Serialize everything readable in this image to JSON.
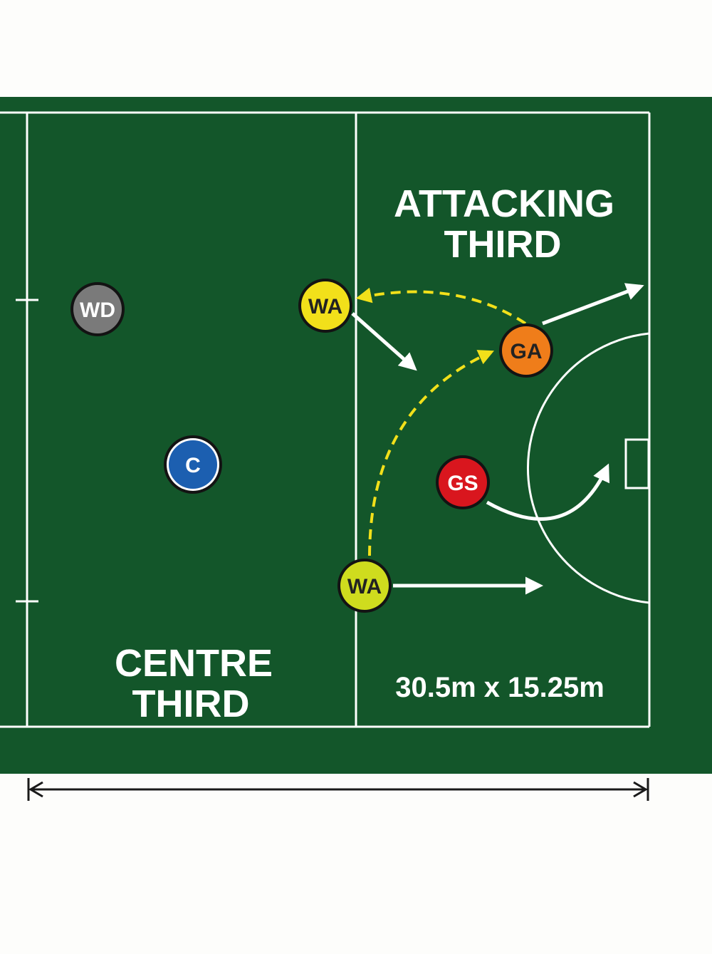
{
  "zones": {
    "attacking_line1": "ATTACKING",
    "attacking_line2": "THIRD",
    "centre_line1": "CENTRE",
    "centre_line2": "THIRD"
  },
  "dimensions_label": "30.5m x 15.25m",
  "players": [
    {
      "id": "wd",
      "label": "WD",
      "color": "#7a7a7a",
      "text_color": "#ffffff"
    },
    {
      "id": "c",
      "label": "C",
      "color": "#1c5fb0",
      "text_color": "#ffffff"
    },
    {
      "id": "wa-top",
      "label": "WA",
      "color": "#f2e01a",
      "text_color": "#222222"
    },
    {
      "id": "ga",
      "label": "GA",
      "color": "#ef7d1a",
      "text_color": "#222222"
    },
    {
      "id": "gs",
      "label": "GS",
      "color": "#d9161e",
      "text_color": "#ffffff"
    },
    {
      "id": "wa-bottom",
      "label": "WA",
      "color": "#cfdc1e",
      "text_color": "#222222"
    }
  ],
  "colors": {
    "court": "#13562a",
    "lines": "#ffffff",
    "pass": "#f2e01a",
    "movement": "#ffffff",
    "measure": "#1a1a1a"
  },
  "legend_semantics": {
    "pass_line": "dashed-yellow",
    "movement_line": "solid-white"
  }
}
